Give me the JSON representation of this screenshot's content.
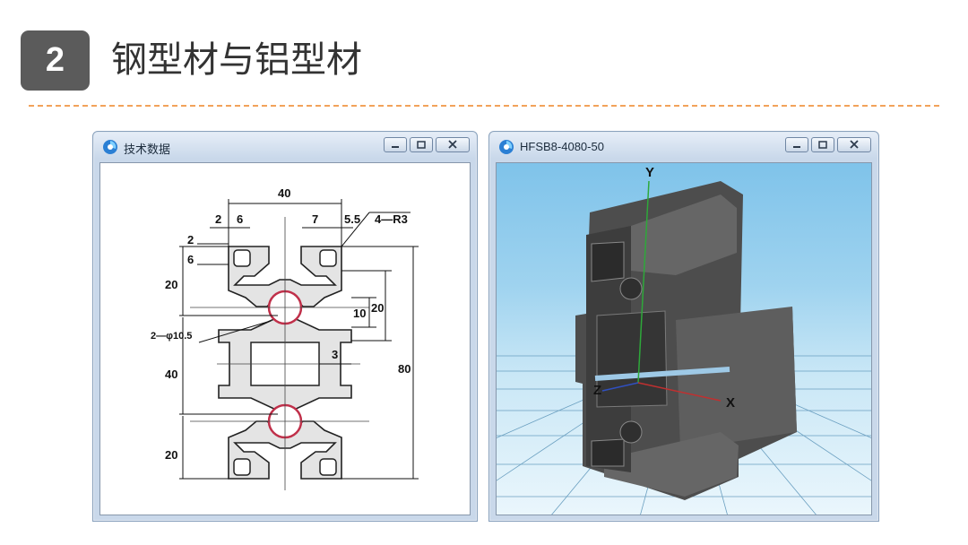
{
  "slide": {
    "number": "2",
    "title": "钢型材与铝型材"
  },
  "left_window": {
    "title": "技术数据",
    "dims": {
      "w40": "40",
      "d2": "2",
      "d6": "6",
      "d7": "7",
      "d55": "5.5",
      "r3": "4—R3",
      "v2": "2",
      "v6": "6",
      "v20a": "20",
      "hole": "2—φ10.5",
      "v40": "40",
      "v20b": "20",
      "v10": "10",
      "v20c": "20",
      "v3": "3",
      "v80": "80"
    }
  },
  "right_window": {
    "title": "HFSB8-4080-50",
    "axes": {
      "y": "Y",
      "x": "X",
      "z": "Z"
    }
  },
  "colors": {
    "accent_divider": "#f2a25a",
    "badge": "#5b5b5b",
    "profile_fill": "#e4e4e4",
    "hole_circle": "#c0304a",
    "model_gray": "#5a5a5a"
  }
}
